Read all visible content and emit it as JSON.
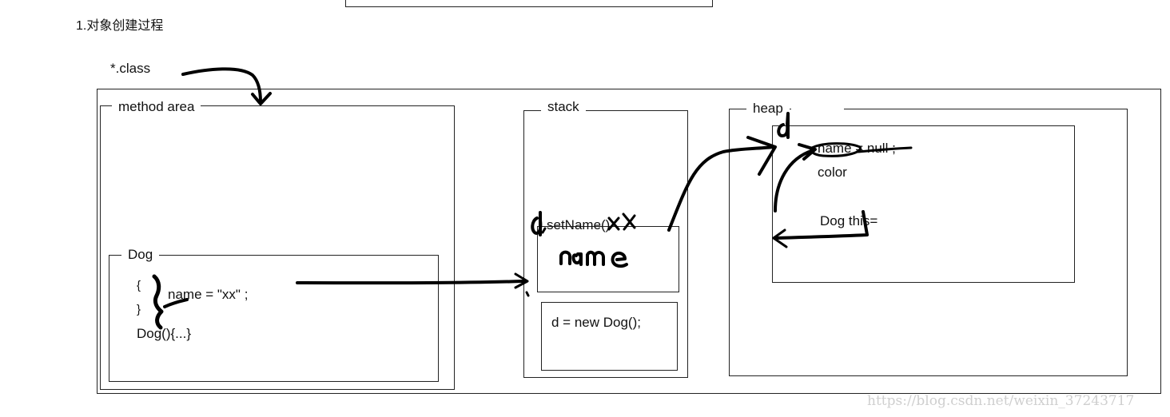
{
  "heading": "1.对象创建过程",
  "class_label": "*.class",
  "method_area": {
    "label": "method area",
    "dog": {
      "label": "Dog",
      "brace_open": "{",
      "brace_close": "}",
      "field": "name = \"xx\" ;",
      "constructor": "Dog(){...}"
    }
  },
  "stack": {
    "label": "stack",
    "frame_top_label": "setName()",
    "handwritten_param": "name",
    "frame_bottom_text": "d = new Dog();"
  },
  "heap": {
    "label": "heap",
    "field_name": "name = null ;",
    "field_color": "color",
    "this_ref": "Dog this="
  },
  "annotations": {
    "handwritten_d_stack": "d",
    "handwritten_d_heap": "d",
    "handwritten_xx": "xx"
  },
  "watermark": "https://blog.csdn.net/weixin_37243717",
  "colors": {
    "line": "#222222",
    "ink": "#000000",
    "watermark": "#cfcfcf"
  }
}
